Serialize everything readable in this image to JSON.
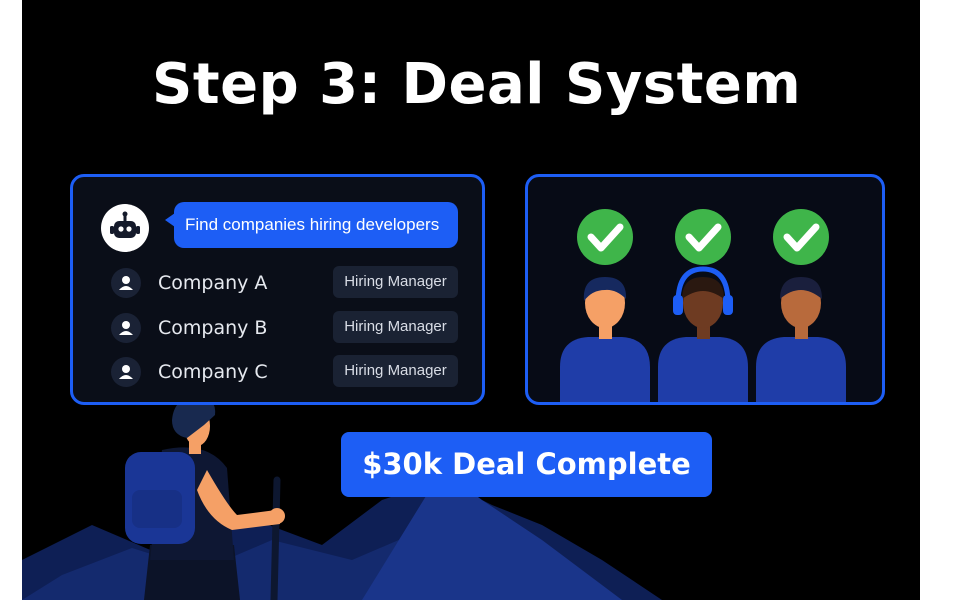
{
  "title": "Step 3: Deal System",
  "search_panel": {
    "bot_icon": "robot-icon",
    "prompt": "Find companies hiring developers",
    "companies": [
      {
        "name": "Company A",
        "role": "Hiring Manager",
        "icon": "user-icon"
      },
      {
        "name": "Company B",
        "role": "Hiring Manager",
        "icon": "user-icon"
      },
      {
        "name": "Company C",
        "role": "Hiring Manager",
        "icon": "user-icon"
      }
    ]
  },
  "approval_panel": {
    "check_icon": "check-circle-icon",
    "approved_count": 3,
    "colors": {
      "check": "#3fb54a",
      "shirt": "#1f3da8",
      "accent": "#1d5ef5"
    }
  },
  "deal_status": "$30k Deal Complete",
  "colors": {
    "background": "#000000",
    "accent": "#1d5ef5",
    "mountain": "#142a6e",
    "skin": "#f5a066"
  }
}
